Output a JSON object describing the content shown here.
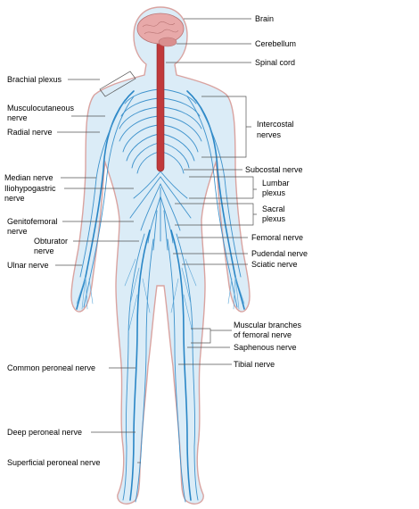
{
  "labels": {
    "brain": "Brain",
    "cerebellum": "Cerebellum",
    "spinal_cord": "Spinal cord",
    "brachial_plexus": "Brachial plexus",
    "musculocutaneous_1": "Musculocutaneous",
    "musculocutaneous_2": "nerve",
    "radial": "Radial nerve",
    "intercostal_1": "Intercostal",
    "intercostal_2": "nerves",
    "subcostal": "Subcostal nerve",
    "median": "Median nerve",
    "iliohypogastric_1": "Iliohypogastric",
    "iliohypogastric_2": "nerve",
    "lumbar_1": "Lumbar",
    "lumbar_2": "plexus",
    "sacral_1": "Sacral",
    "sacral_2": "plexus",
    "genitofemoral_1": "Genitofemoral",
    "genitofemoral_2": "nerve",
    "femoral": "Femoral nerve",
    "obturator_1": "Obturator",
    "obturator_2": "nerve",
    "pudendal": "Pudendal nerve",
    "ulnar": "Ulnar nerve",
    "sciatic": "Sciatic nerve",
    "muscular_1": "Muscular branches",
    "muscular_2": "of femoral nerve",
    "saphenous": "Saphenous nerve",
    "common_peroneal": "Common peroneal nerve",
    "tibial": "Tibial nerve",
    "deep_peroneal": "Deep peroneal nerve",
    "superficial_peroneal": "Superficial peroneal nerve"
  },
  "colors": {
    "body_fill": "#dbecf7",
    "body_outline": "#d9a3a0",
    "nerve": "#3d92cc",
    "spinal_cord": "#c0393b",
    "brain": "#e8a9a9"
  }
}
